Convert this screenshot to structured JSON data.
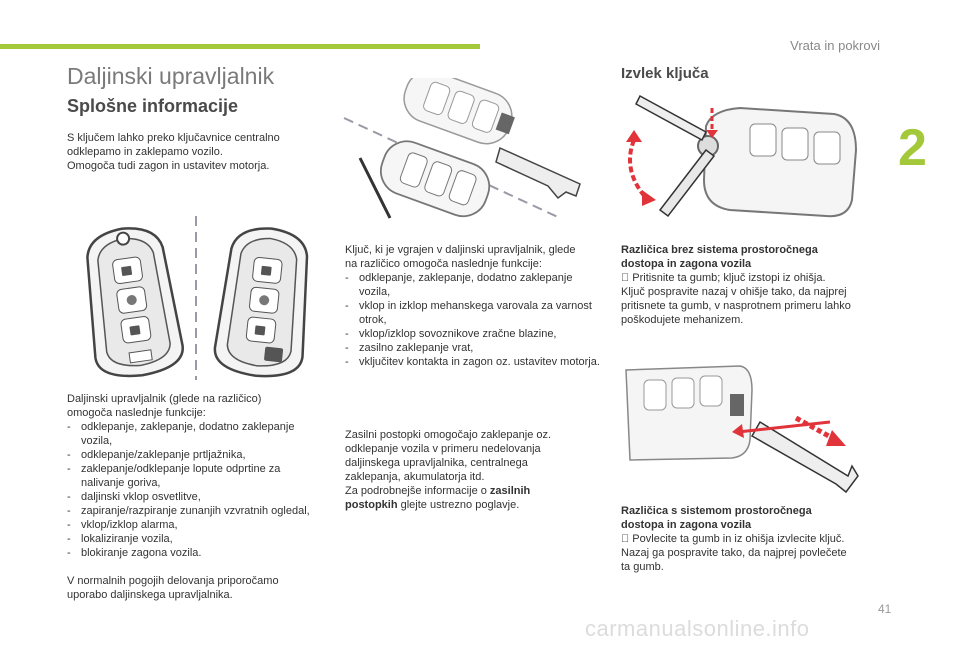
{
  "header": {
    "section": "Vrata in pokrovi",
    "chapter": "2"
  },
  "page_number": "41",
  "watermark": "carmanualsonline.info",
  "left": {
    "title": "Daljinski upravljalnik",
    "subtitle": "Splošne informacije",
    "intro": [
      "S ključem lahko preko ključavnice centralno",
      "odklepamo in zaklepamo vozilo.",
      "Omogoča tudi zagon in ustavitev motorja."
    ],
    "functions_intro": [
      "Daljinski upravljalnik (glede na različico)",
      "omogoča naslednje funkcije:"
    ],
    "functions": [
      "odklepanje, zaklepanje, dodatno zaklepanje vozila,",
      "odklepanje/zaklepanje prtljažnika,",
      "zaklepanje/odklepanje lopute odprtine za nalivanje goriva,",
      "daljinski vklop osvetlitve,",
      "zapiranje/razpiranje zunanjih vzvratnih ogledal,",
      "vklop/izklop alarma,",
      "lokaliziranje vozila,",
      "blokiranje zagona vozila."
    ],
    "outro": [
      "V normalnih pogojih delovanja priporočamo",
      "uporabo daljinskega upravljalnika."
    ]
  },
  "middle": {
    "key_intro": [
      "Ključ, ki je vgrajen v daljinski upravljalnik, glede",
      "na različico omogoča naslednje funkcije:"
    ],
    "key_functions": [
      "odklepanje, zaklepanje, dodatno zaklepanje vozila,",
      "vklop in izklop mehanskega varovala za varnost otrok,",
      "vklop/izklop sovoznikove zračne blazine,",
      "zasilno zaklepanje vrat,",
      "vključitev kontakta in zagon oz. ustavitev motorja."
    ],
    "backup": [
      "Zasilni postopki omogočajo zaklepanje oz.",
      "odklepanje vozila v primeru nedelovanja",
      "daljinskega upravljalnika, centralnega",
      "zaklepanja, akumulatorja itd."
    ],
    "backup_ref_pre": "Za podrobnejše informacije o ",
    "backup_ref_bold1": "zasilnih",
    "backup_ref_bold2": "postopkih",
    "backup_ref_post": " glejte ustrezno poglavje."
  },
  "right": {
    "title": "Izvlek ključa",
    "v1_heading": [
      "Različica brez sistema prostoročnega",
      "dostopa in zagona vozila"
    ],
    "v1_text": [
      " Pritisnite ta gumb; ključ izstopi iz ohišja.",
      "Ključ pospravite nazaj v ohišje tako, da najprej",
      "pritisnete ta gumb, v nasprotnem primeru lahko",
      "poškodujete mehanizem."
    ],
    "v2_heading": [
      "Različica s sistemom prostoročnega",
      "dostopa in zagona vozila"
    ],
    "v2_text": [
      " Povlecite ta gumb in iz ohišja izvlecite ključ.",
      "Nazaj ga pospravite tako, da najprej povlečete",
      "ta gumb."
    ]
  },
  "colors": {
    "accent": "#a3c83a",
    "arrow": "#e0333a"
  }
}
